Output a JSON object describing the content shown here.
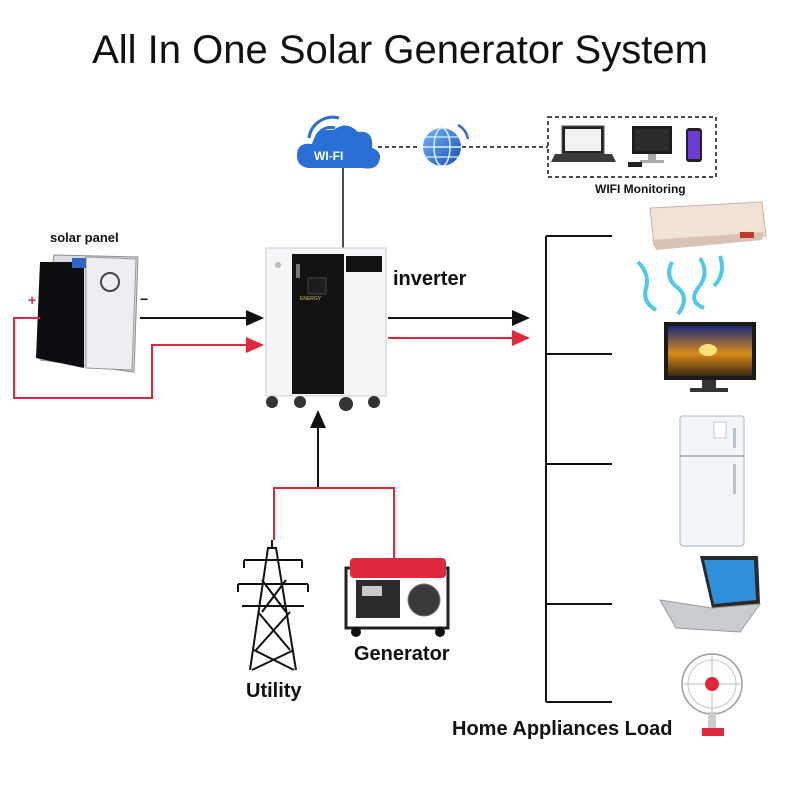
{
  "title": "All In One Solar Generator System",
  "labels": {
    "wifi_badge": "WI-FI",
    "wifi_monitoring": "WIFI Monitoring",
    "solar_panel": "solar panel",
    "plus": "+",
    "minus": "−",
    "inverter": "inverter",
    "generator": "Generator",
    "utility": "Utility",
    "home_load": "Home Appliances Load"
  },
  "colors": {
    "dc_line": "#111111",
    "ac_line": "#e0283c",
    "wifi_blue": "#2a6fd6",
    "cabinet_black": "#121212",
    "cabinet_white": "#f4f5f7"
  },
  "devices": {
    "monitoring": [
      "laptop-icon",
      "desktop-monitor-icon",
      "smartphone-icon"
    ],
    "appliances": [
      "air-conditioner-icon",
      "television-icon",
      "refrigerator-icon",
      "laptop-icon",
      "electric-fan-icon"
    ]
  }
}
